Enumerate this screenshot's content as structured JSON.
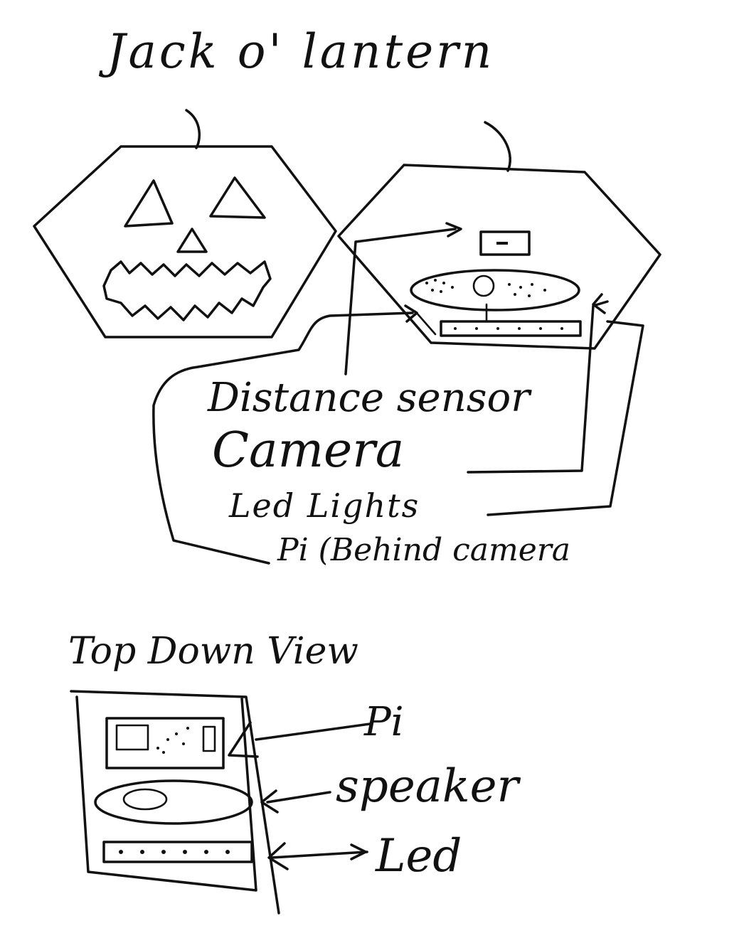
{
  "title": "Jack o' lantern",
  "front_view": {
    "labels": {
      "distance_sensor": "Distance sensor",
      "camera": "Camera",
      "led_lights": "Led Lights",
      "pi": "Pi (Behind camera"
    }
  },
  "top_view": {
    "title": "Top Down View",
    "labels": {
      "pi": "Pi",
      "speaker": "speaker",
      "led": "Led"
    }
  }
}
